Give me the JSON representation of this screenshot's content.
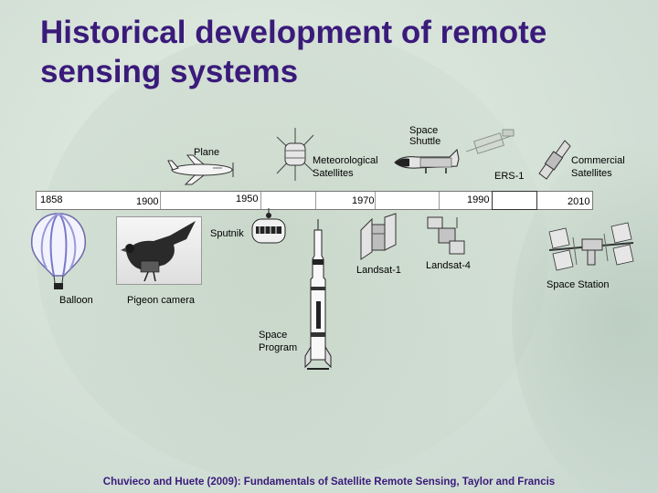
{
  "slide": {
    "title": "Historical development of remote sensing systems",
    "citation": "Chuvieco and Huete (2009): Fundamentals of Satellite Remote Sensing, Taylor and Francis"
  },
  "timeline": {
    "years": [
      "1858",
      "1900",
      "1950",
      "1970",
      "1990",
      "2010"
    ]
  },
  "labels": {
    "plane": "Plane",
    "meteo_line1": "Meteorological",
    "meteo_line2": "Satellites",
    "shuttle_line1": "Space",
    "shuttle_line2": "Shuttle",
    "commercial_line1": "Commercial",
    "commercial_line2": "Satellites",
    "ers1": "ERS-1",
    "sputnik": "Sputnik",
    "landsat1": "Landsat-1",
    "landsat4": "Landsat-4",
    "balloon": "Balloon",
    "pigeon": "Pigeon camera",
    "space_station": "Space Station",
    "program_line1": "Space",
    "program_line2": "Program"
  }
}
